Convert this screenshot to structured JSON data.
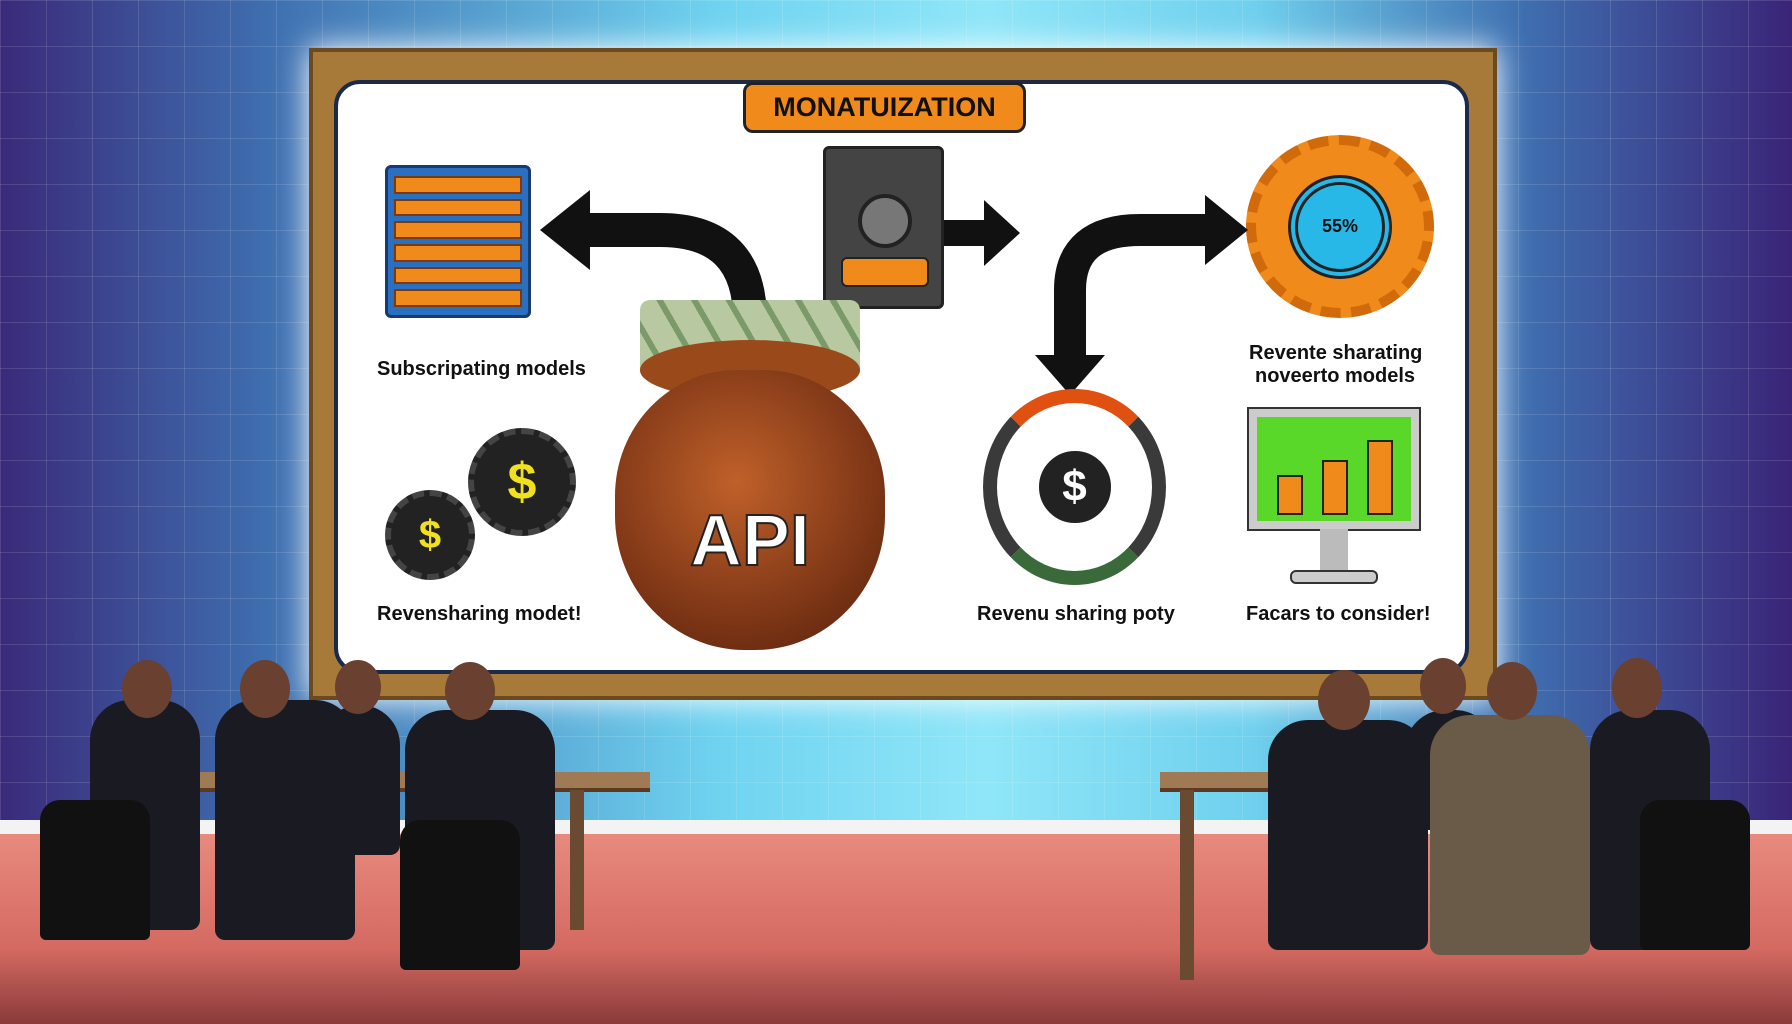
{
  "board": {
    "title": "MONATUIZATION",
    "labels": {
      "subscription": "Subscripating models",
      "revenue_model": "Revensharing modet!",
      "pot": "API",
      "revenue_pot": "Revenu sharing poty",
      "factors": "Facars to consider!",
      "revenue_sharing_line1": "Revente sharating",
      "revenue_sharing_line2": "noveerto models",
      "gear_percent": "55%",
      "dollar": "$"
    }
  },
  "colors": {
    "accent": "#f08a1a",
    "frame": "#a87a3a",
    "screen": "#5ad82a"
  }
}
